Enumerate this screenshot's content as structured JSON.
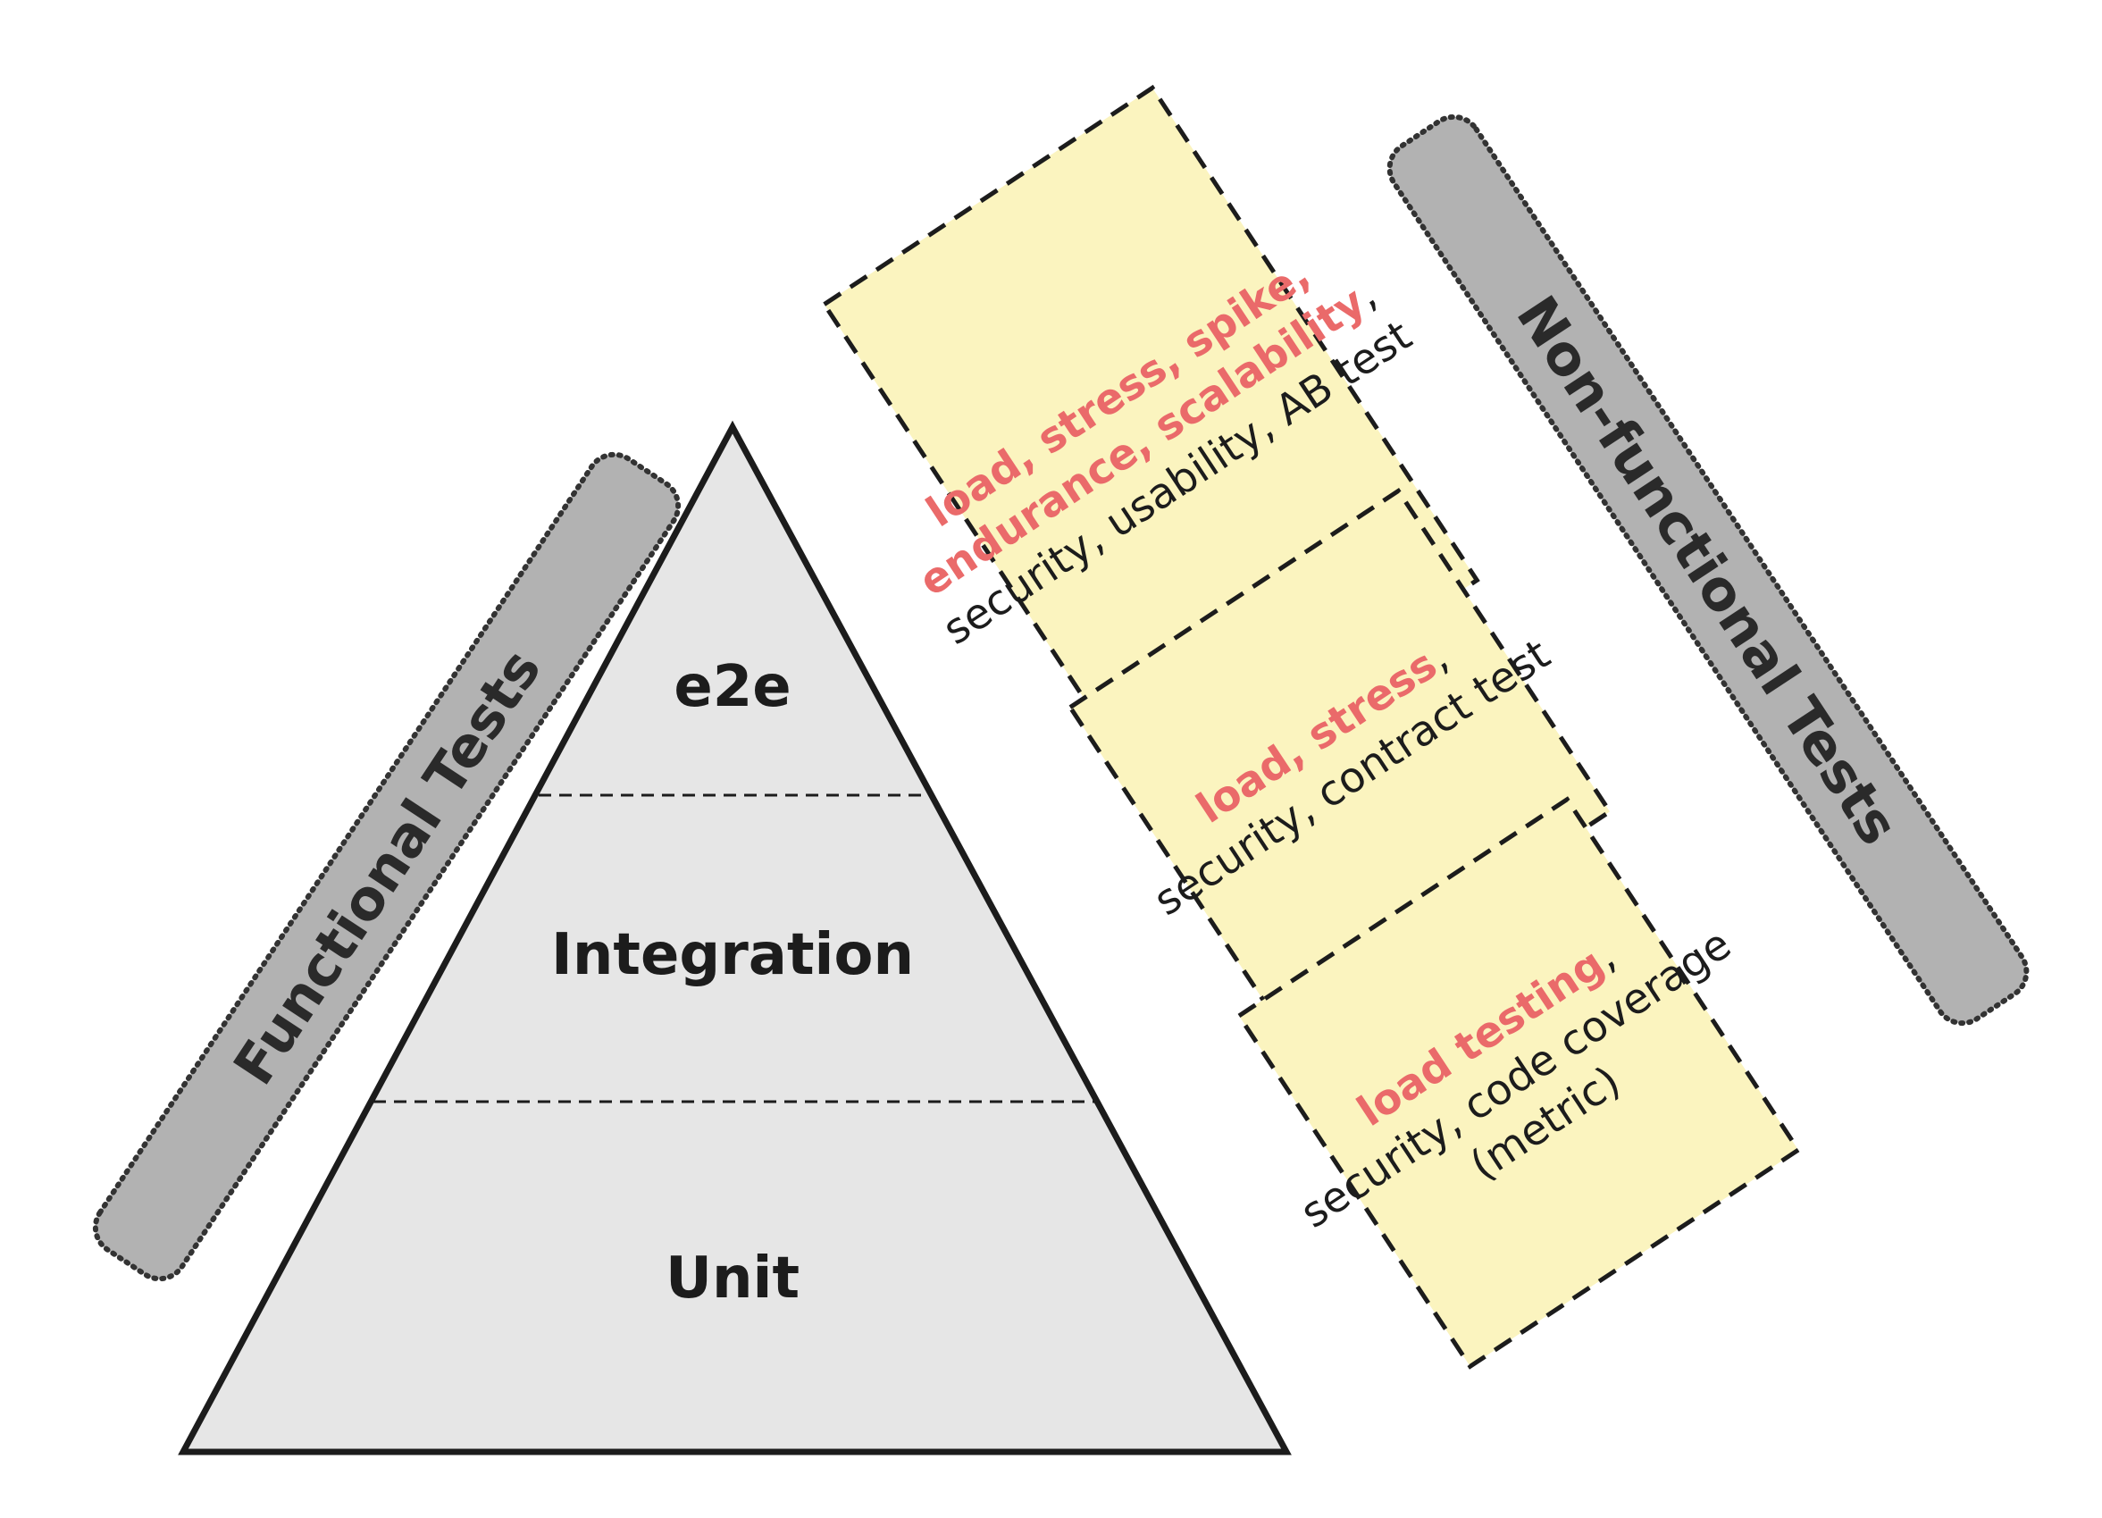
{
  "functional_label": "Functional Tests",
  "non_functional_label": "Non-functional Tests",
  "layers": [
    {
      "name": "e2e"
    },
    {
      "name": "Integration"
    },
    {
      "name": "Unit"
    }
  ],
  "non_functional_boxes": [
    {
      "level": "e2e",
      "lines": [
        {
          "highlight": "load, stress, spike,",
          "rest": ""
        },
        {
          "highlight": "endurance, scalability",
          "rest": ","
        },
        {
          "highlight": "",
          "rest": "security, usability, AB test"
        }
      ]
    },
    {
      "level": "Integration",
      "lines": [
        {
          "highlight": "load, stress",
          "rest": ","
        },
        {
          "highlight": "",
          "rest": "security, contract test"
        }
      ]
    },
    {
      "level": "Unit",
      "lines": [
        {
          "highlight": "load testing",
          "rest": ","
        },
        {
          "highlight": "",
          "rest": "security, code coverage"
        },
        {
          "highlight": "",
          "rest": "(metric)"
        }
      ]
    }
  ],
  "colors": {
    "pyramid_fill": "#e6e6e6",
    "box_fill": "#fbf4bf",
    "label_pill_fill": "#b2b2b2",
    "highlight_text": "#ea6a6a",
    "stroke": "#1c1c1c"
  }
}
